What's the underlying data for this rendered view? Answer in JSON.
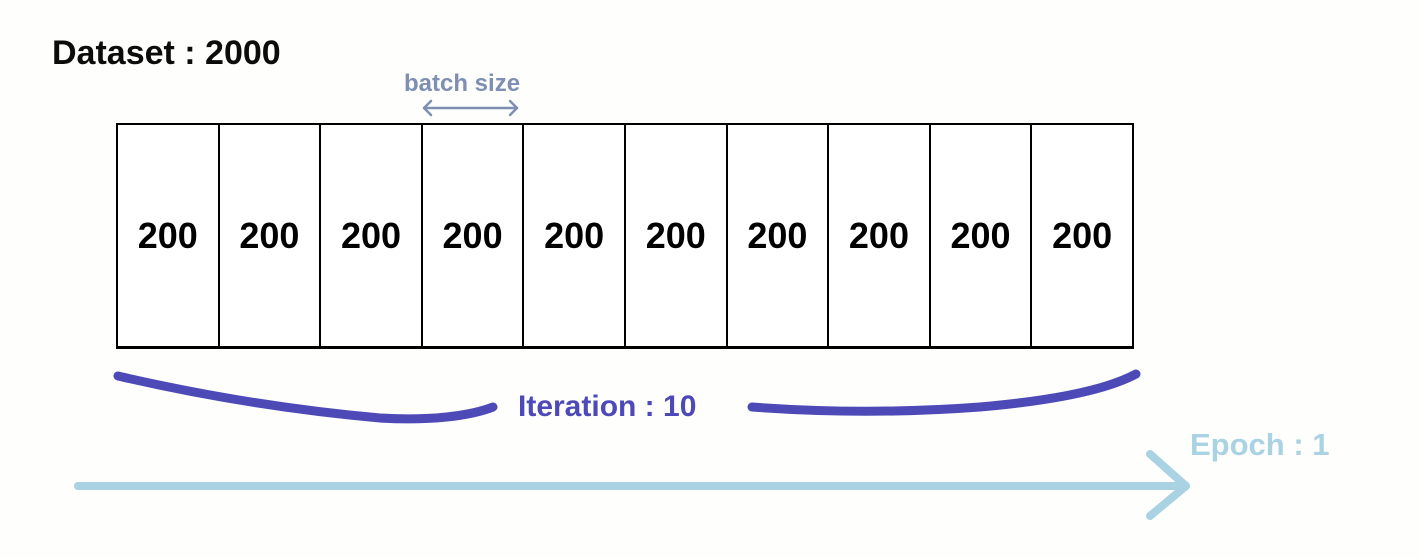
{
  "dataset": {
    "label": "Dataset : 2000"
  },
  "batch": {
    "label": "batch size",
    "color": "#7d8fb3"
  },
  "batches": [
    {
      "value": "200"
    },
    {
      "value": "200"
    },
    {
      "value": "200"
    },
    {
      "value": "200"
    },
    {
      "value": "200"
    },
    {
      "value": "200"
    },
    {
      "value": "200"
    },
    {
      "value": "200"
    },
    {
      "value": "200"
    },
    {
      "value": "200"
    }
  ],
  "iteration": {
    "label": "Iteration : 10",
    "color": "#4d4ab8"
  },
  "epoch": {
    "label": "Epoch : 1",
    "color": "#a9d2e3"
  }
}
